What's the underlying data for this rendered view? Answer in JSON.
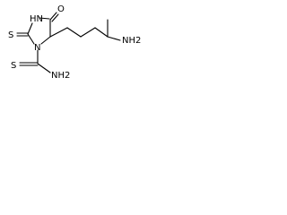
{
  "molecule": {
    "atoms": {
      "ring_n_top": "HN",
      "carbonyl_o": "O",
      "thione_s_ring": "S",
      "ring_n_bottom": "N",
      "thioamide_s": "S",
      "amide_nh2": "NH2",
      "amine_nh2": "NH2"
    }
  },
  "colors": {
    "bond": "#000000",
    "label": "#000000",
    "background": "#ffffff"
  }
}
